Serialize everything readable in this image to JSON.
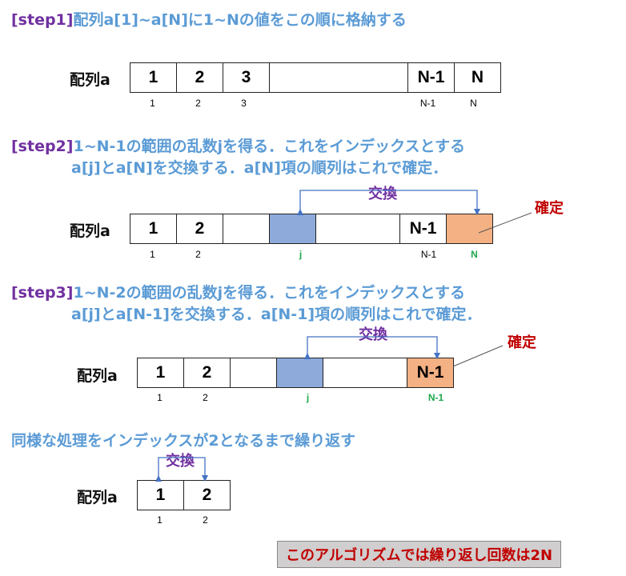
{
  "array_label": "配列a",
  "step1": {
    "tag": "[step1]",
    "text": "配列a[1]~a[N]に1~Nの値をこの順に格納する",
    "cells": [
      "1",
      "2",
      "3",
      "",
      "N-1",
      "N"
    ],
    "indices": [
      "1",
      "2",
      "3",
      "N-1",
      "N"
    ]
  },
  "step2": {
    "tag": "[step2]",
    "line1": "1~N-1の範囲の乱数jを得る．これをインデックスとする",
    "line2": "a[j]とa[N]を交換する．a[N]項の順列はこれで確定．",
    "cells": [
      "1",
      "2",
      "",
      "",
      "",
      "N-1",
      ""
    ],
    "indices": [
      "1",
      "2",
      "j",
      "N-1",
      "N"
    ],
    "swap_label": "交換",
    "fixed_label": "確定"
  },
  "step3": {
    "tag": "[step3]",
    "line1": "1~N-2の範囲の乱数jを得る．これをインデックスとする",
    "line2": "a[j]とa[N-1]を交換する．a[N-1]項の順列はこれで確定．",
    "cells": [
      "1",
      "2",
      "",
      "",
      "",
      "N-1"
    ],
    "indices": [
      "1",
      "2",
      "j",
      "N-1"
    ],
    "swap_label": "交換",
    "fixed_label": "確定"
  },
  "step4": {
    "text": "同様な処理をインデックスが2となるまで繰り返す",
    "cells": [
      "1",
      "2"
    ],
    "indices": [
      "1",
      "2"
    ],
    "swap_label": "交換"
  },
  "footer_note": "このアルゴリズムでは繰り返し回数は2N",
  "colors": {
    "heading": "#5b9bd5",
    "step_tag": "#7030a0",
    "swap_label": "#7030a0",
    "fixed_label": "#c00000",
    "selected_cell": "#8eaadb",
    "fixed_cell": "#f4b183",
    "index_highlight": "#1ea84a",
    "arrow": "#4472c4"
  }
}
